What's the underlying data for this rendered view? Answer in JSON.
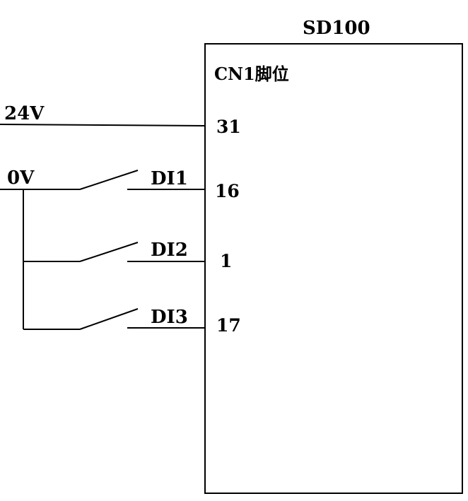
{
  "device": {
    "model": "SD100",
    "connector_label": "CN1脚位"
  },
  "supply": {
    "positive": "24V",
    "common": "0V"
  },
  "signals": [
    {
      "input": "",
      "pin": "31"
    },
    {
      "input": "DI1",
      "pin": "16"
    },
    {
      "input": "DI2",
      "pin": "1"
    },
    {
      "input": "DI3",
      "pin": "17"
    }
  ]
}
